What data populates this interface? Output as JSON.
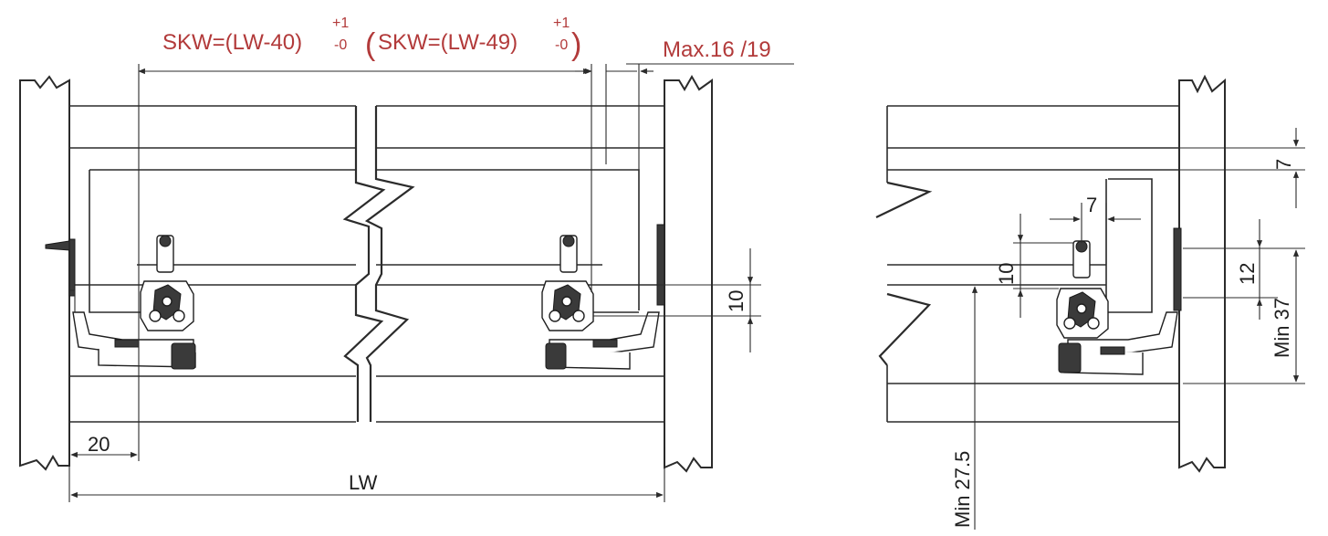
{
  "labels": {
    "skw_formula": "SKW=(LW-40)",
    "skw_tol_plus": "+1",
    "skw_tol_minus": "-0",
    "paren_open": "(",
    "skw_alt_formula": "SKW=(LW-49)",
    "skw_alt_tol_plus": "+1",
    "skw_alt_tol_minus": "-0",
    "paren_close": ")",
    "max_thickness": "Max.16 /19",
    "offset_20": "20",
    "lw": "LW",
    "height_10": "10",
    "gap_7_h": "7",
    "gap_7_v": "7",
    "height_10_side": "10",
    "height_12": "12",
    "min_37": "Min 37",
    "min_27_5": "Min 27.5"
  },
  "colors": {
    "annotation_red": "#b23a3a",
    "line": "#2b2b2b"
  }
}
